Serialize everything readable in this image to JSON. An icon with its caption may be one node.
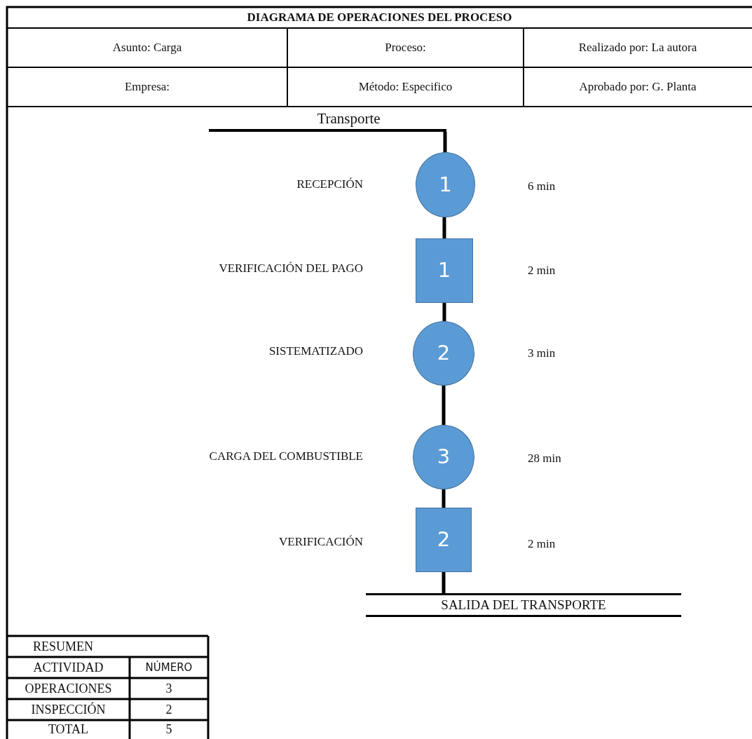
{
  "diagram": {
    "title": "DIAGRAMA DE OPERACIONES DEL PROCESO",
    "nodes": [
      {
        "text": [
          "Transporte"
        ]
      },
      {
        "text": [
          "1"
        ]
      },
      {
        "text": [
          "1"
        ]
      },
      {
        "text": [
          "2"
        ]
      },
      {
        "text": [
          "3"
        ]
      },
      {
        "text": [
          "2"
        ]
      },
      {
        "text": [
          "SALIDA DEL TRANSPORTE"
        ]
      }
    ],
    "edges": [
      {
        "from": 0,
        "to": 1,
        "arrow": "none"
      },
      {
        "from": 1,
        "to": 2,
        "arrow": "none"
      },
      {
        "from": 2,
        "to": 3,
        "arrow": "none"
      },
      {
        "from": 3,
        "to": 4,
        "arrow": "none"
      },
      {
        "from": 4,
        "to": 5,
        "arrow": "none"
      },
      {
        "from": 5,
        "to": 6,
        "arrow": "none"
      }
    ],
    "labels": [
      "Asunto: Carga",
      "Proceso:",
      "Realizado por: La autora",
      "Empresa:",
      "Método: Especifico",
      "Aprobado por: G. Planta",
      "RECEPCIÓN",
      "6 min",
      "VERIFICACIÓN DEL PAGO",
      "2 min",
      "SISTEMATIZADO",
      "3 min",
      "CARGA DEL COMBUSTIBLE",
      "28 min",
      "VERIFICACIÓN",
      "2 min",
      "RESUMEN",
      "ACTIVIDAD",
      "NÚMERO",
      "OPERACIONES",
      "3",
      "INSPECCIÓN",
      "2",
      "TOTAL",
      "5"
    ]
  }
}
